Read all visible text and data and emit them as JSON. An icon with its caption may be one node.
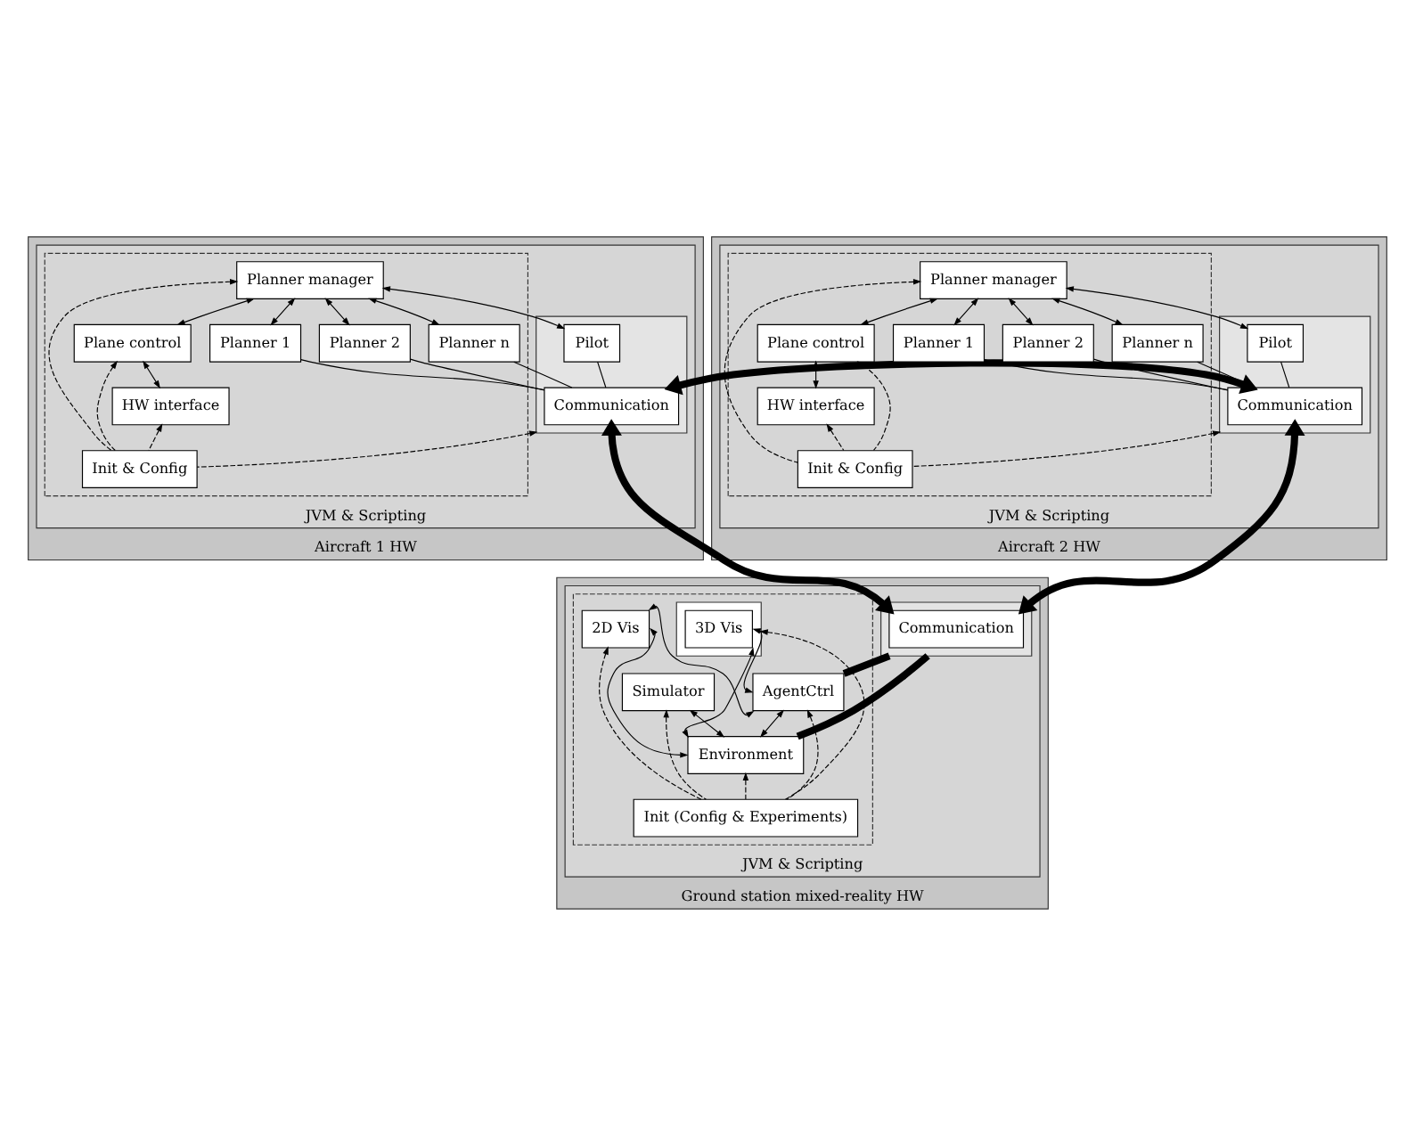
{
  "diagram": {
    "nodes": [
      {
        "text": [
          "Aircraft 1 HW"
        ]
      },
      {
        "text": [
          "JVM & Scripting"
        ],
        "in": 0
      },
      {
        "text": [],
        "shape": "box",
        "in": 1
      },
      {
        "text": [
          "Planner manager"
        ],
        "in": 2
      },
      {
        "text": [
          "Plane control"
        ],
        "in": 2
      },
      {
        "text": [
          "HW interface"
        ],
        "in": 2
      },
      {
        "text": [
          "Init & Config"
        ],
        "in": 2
      },
      {
        "text": [
          "Planner 1"
        ],
        "in": 2
      },
      {
        "text": [
          "Planner 2"
        ],
        "in": 2
      },
      {
        "text": [
          "Planner n"
        ],
        "in": 2
      },
      {
        "text": [],
        "shape": "box",
        "in": 1
      },
      {
        "text": [
          "Communication"
        ],
        "in": 10
      },
      {
        "text": [
          "Pilot"
        ],
        "in": 10
      },
      {
        "text": [
          "Aircraft 2 HW"
        ]
      },
      {
        "text": [
          "JVM & Scripting"
        ],
        "in": 13
      },
      {
        "text": [],
        "shape": "box",
        "in": 14
      },
      {
        "text": [
          "Planner 1"
        ],
        "in": 15
      },
      {
        "text": [
          "Planner 2"
        ],
        "in": 15
      },
      {
        "text": [
          "Planner n"
        ],
        "in": 15
      },
      {
        "text": [
          "Planner manager"
        ],
        "in": 15
      },
      {
        "text": [
          "Plane control"
        ],
        "in": 15
      },
      {
        "text": [
          "HW interface"
        ],
        "in": 15
      },
      {
        "text": [
          "Init & Config"
        ],
        "in": 15
      },
      {
        "text": [],
        "shape": "box",
        "in": 14
      },
      {
        "text": [
          "Communication"
        ],
        "in": 23
      },
      {
        "text": [
          "Pilot"
        ],
        "in": 23
      },
      {
        "text": [
          "Ground station mixed-reality HW"
        ]
      },
      {
        "text": [
          "JVM & Scripting"
        ],
        "in": 26
      },
      {
        "text": [],
        "shape": "box",
        "in": 27
      },
      {
        "text": [
          "Communication"
        ],
        "in": 28
      },
      {
        "text": [],
        "shape": "box",
        "in": 27
      },
      {
        "text": [],
        "shape": "box",
        "in": 30
      },
      {
        "text": [
          "3D Vis"
        ],
        "in": 31
      },
      {
        "text": [
          "AgentCtrl"
        ],
        "in": 30
      },
      {
        "text": [
          "Environment"
        ],
        "in": 30
      },
      {
        "text": [
          "Simulator"
        ],
        "in": 30
      },
      {
        "text": [
          "2D Vis"
        ],
        "in": 30
      },
      {
        "text": [
          "Init (Config & Experiments)"
        ],
        "in": 30
      }
    ],
    "edges": [
      {
        "from": 3,
        "to": 4,
        "arrow": "both"
      },
      {
        "from": 4,
        "to": 5,
        "arrow": "both"
      },
      {
        "from": 3,
        "to": 7,
        "arrow": "both"
      },
      {
        "from": 3,
        "to": 8,
        "arrow": "both"
      },
      {
        "from": 3,
        "to": 9,
        "arrow": "both"
      },
      {
        "from": 3,
        "to": 12,
        "arrow": "both"
      },
      {
        "from": 7,
        "to": 11,
        "arrow": "none"
      },
      {
        "from": 8,
        "to": 11,
        "arrow": "none"
      },
      {
        "from": 9,
        "to": 11,
        "arrow": "none"
      },
      {
        "from": 12,
        "to": 11,
        "arrow": "none"
      },
      {
        "from": 6,
        "to": 3,
        "arrow": "to",
        "style": "dashed"
      },
      {
        "from": 6,
        "to": 4,
        "arrow": "to",
        "style": "dashed"
      },
      {
        "from": 6,
        "to": 5,
        "arrow": "to",
        "style": "dashed"
      },
      {
        "from": 6,
        "to": 10,
        "arrow": "to",
        "style": "dashed"
      },
      {
        "from": 19,
        "to": 20,
        "arrow": "both"
      },
      {
        "from": 20,
        "to": 21,
        "arrow": "both"
      },
      {
        "from": 19,
        "to": 16,
        "arrow": "both"
      },
      {
        "from": 19,
        "to": 17,
        "arrow": "both"
      },
      {
        "from": 19,
        "to": 18,
        "arrow": "both"
      },
      {
        "from": 19,
        "to": 25,
        "arrow": "both"
      },
      {
        "from": 16,
        "to": 24,
        "arrow": "none"
      },
      {
        "from": 17,
        "to": 24,
        "arrow": "none"
      },
      {
        "from": 18,
        "to": 24,
        "arrow": "none"
      },
      {
        "from": 25,
        "to": 24,
        "arrow": "none"
      },
      {
        "from": 22,
        "to": 19,
        "arrow": "to",
        "style": "dashed"
      },
      {
        "from": 22,
        "to": 20,
        "arrow": "to",
        "style": "dashed"
      },
      {
        "from": 22,
        "to": 21,
        "arrow": "to",
        "style": "dashed"
      },
      {
        "from": 22,
        "to": 23,
        "arrow": "to",
        "style": "dashed"
      },
      {
        "from": 11,
        "to": 24,
        "arrow": "both",
        "style": "thick"
      },
      {
        "from": 11,
        "to": 29,
        "arrow": "both",
        "style": "thick"
      },
      {
        "from": 24,
        "to": 29,
        "arrow": "both",
        "style": "thick"
      },
      {
        "from": 28,
        "to": 33,
        "arrow": "none",
        "style": "thick"
      },
      {
        "from": 28,
        "to": 34,
        "arrow": "none",
        "style": "thick"
      },
      {
        "from": 32,
        "to": 33,
        "arrow": "both"
      },
      {
        "from": 32,
        "to": 34,
        "arrow": "both"
      },
      {
        "from": 36,
        "to": 33,
        "arrow": "both"
      },
      {
        "from": 36,
        "to": 34,
        "arrow": "both"
      },
      {
        "from": 33,
        "to": 34,
        "arrow": "both"
      },
      {
        "from": 35,
        "to": 34,
        "arrow": "both"
      },
      {
        "from": 37,
        "to": 31,
        "arrow": "to",
        "style": "dashed"
      },
      {
        "from": 37,
        "to": 36,
        "arrow": "to",
        "style": "dashed"
      },
      {
        "from": 37,
        "to": 33,
        "arrow": "to",
        "style": "dashed"
      },
      {
        "from": 37,
        "to": 34,
        "arrow": "to",
        "style": "dashed"
      },
      {
        "from": 37,
        "to": 35,
        "arrow": "to",
        "style": "dashed"
      }
    ]
  }
}
